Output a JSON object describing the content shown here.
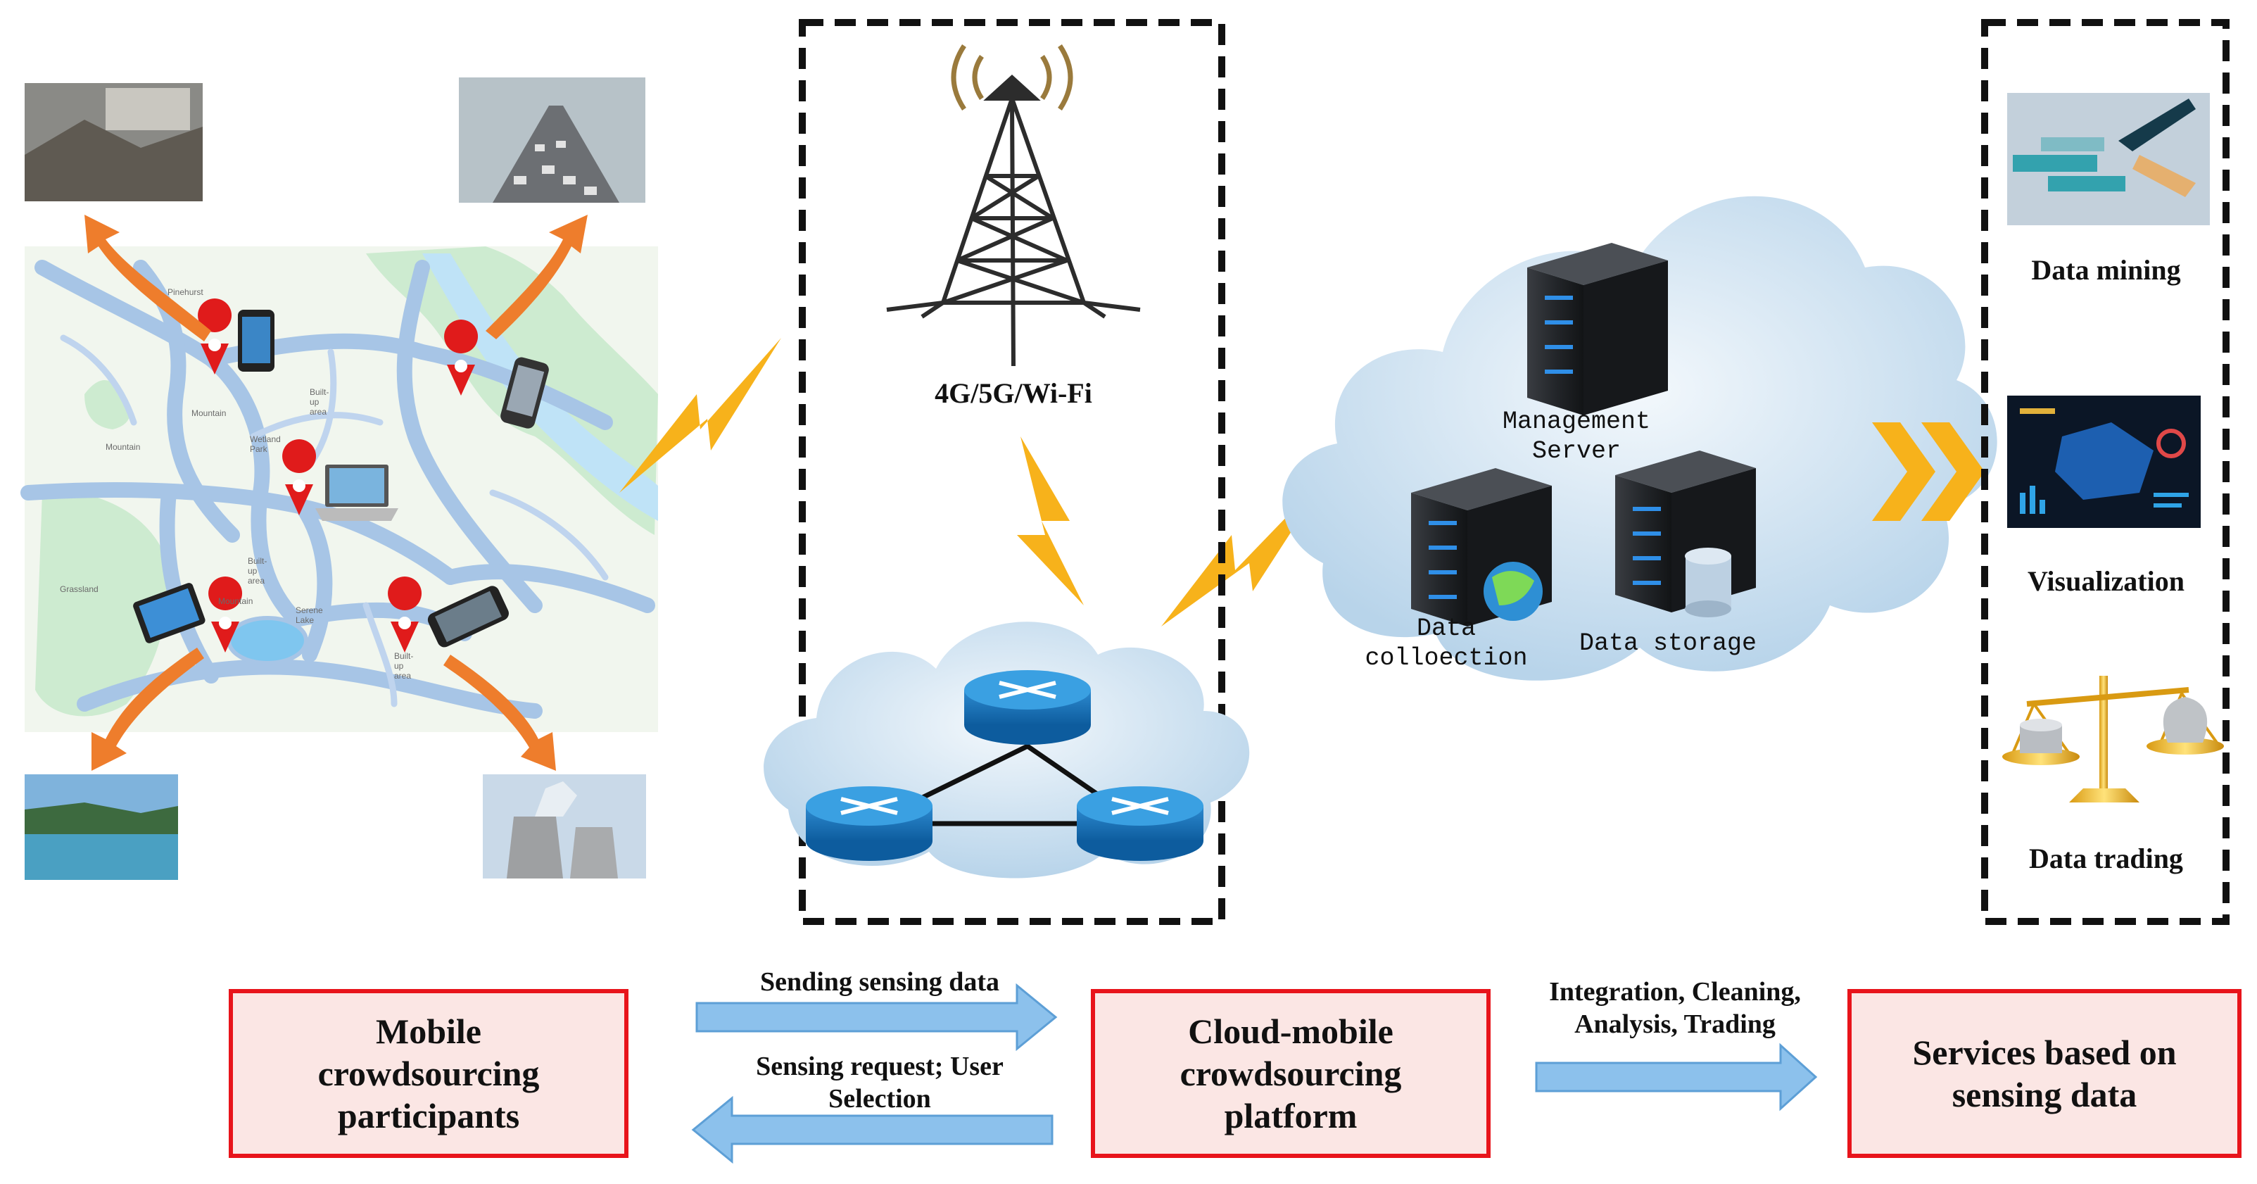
{
  "network": {
    "tower_label": "4G/5G/Wi-Fi"
  },
  "platform": {
    "management_server": [
      "Management",
      "Server"
    ],
    "data_collection": [
      "Data",
      "colloection"
    ],
    "data_storage": "Data storage"
  },
  "services": {
    "items": [
      {
        "label": "Data mining"
      },
      {
        "label": "Visualization"
      },
      {
        "label": "Data trading"
      }
    ]
  },
  "map": {
    "places": [
      "Pinehurst",
      "Mountain",
      "Built-up area",
      "Wetland Park",
      "Mountain",
      "Built-up area",
      "Grassland",
      "Mountain",
      "Serene Lake",
      "Built-up area"
    ]
  },
  "flow": {
    "participants": [
      "Mobile",
      "crowdsourcing",
      "participants"
    ],
    "platform": [
      "Cloud-mobile",
      "crowdsourcing",
      "platform"
    ],
    "services": [
      "Services based on",
      "sensing data"
    ],
    "send_label": "Sending sensing data",
    "request_label": [
      "Sensing request; User",
      "Selection"
    ],
    "process_label": [
      "Integration, Cleaning,",
      "Analysis, Trading"
    ]
  },
  "colors": {
    "flow_box_border": "#e8141b",
    "flow_box_fill": "#fbe6e4",
    "arrow_fill": "#8cc1ec",
    "lightning": "#f7b21b",
    "map_pin": "#e01b1b",
    "orange_arrow": "#ee7d2c"
  }
}
